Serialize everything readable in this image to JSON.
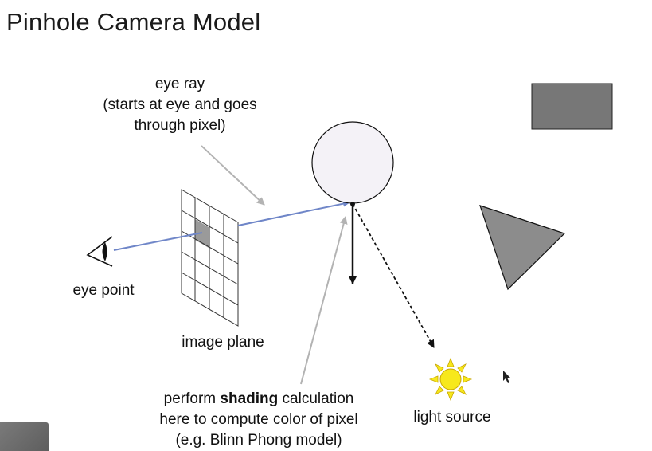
{
  "slide": {
    "title": "Pinhole Camera Model"
  },
  "labels": {
    "eye_ray": [
      "eye ray",
      "(starts at eye and goes",
      "through pixel)"
    ],
    "eye_point": "eye point",
    "image_plane": "image plane",
    "light_source": "light source",
    "shading": {
      "line1_pre": "perform ",
      "line1_bold": "shading",
      "line1_post": " calculation",
      "line2": "here to compute color of pixel",
      "line3": "(e.g. Blinn Phong model)"
    }
  },
  "colors": {
    "ray": "#6f86c8",
    "arrow_gray": "#b3b3b3",
    "sphere_fill": "#f4f2f7",
    "rectangle_fill": "#777777",
    "triangle_fill": "#8c8c8c",
    "sun_fill": "#f7e81c",
    "sun_stroke": "#c9a800",
    "pixel_fill": "#9a9a9a"
  }
}
